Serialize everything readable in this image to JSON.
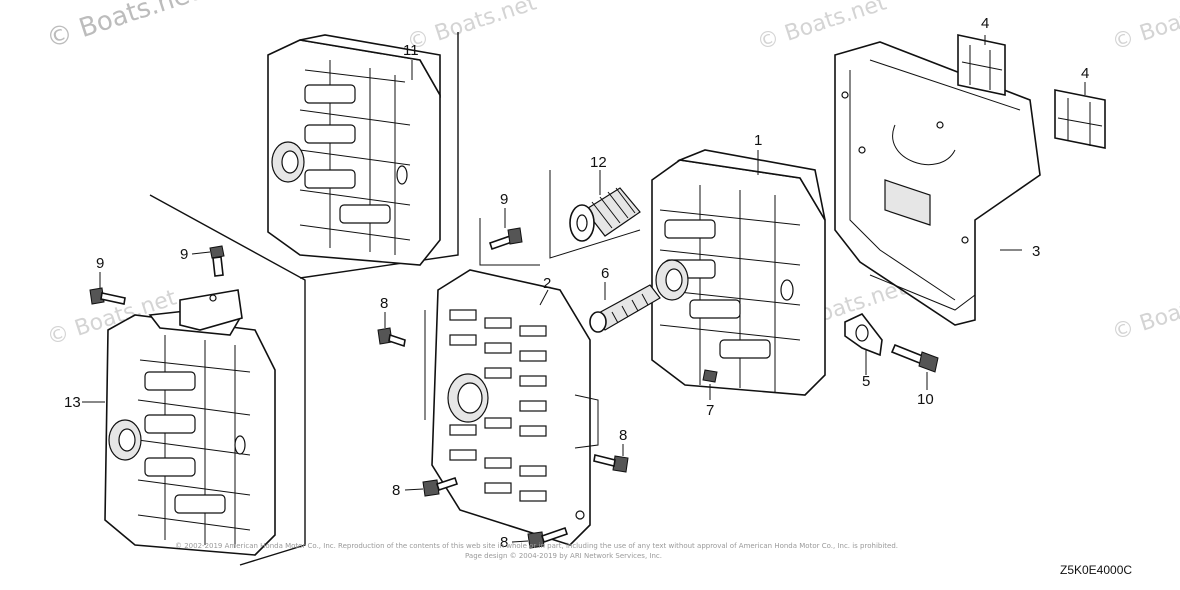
{
  "watermarks": {
    "top_left": "© Boats.net",
    "repeat": "© Boats.net"
  },
  "callouts": {
    "p1": "1",
    "p2": "2",
    "p3": "3",
    "p4a": "4",
    "p4b": "4",
    "p5": "5",
    "p6": "6",
    "p7": "7",
    "p8a": "8",
    "p8b": "8",
    "p8c": "8",
    "p8d": "8",
    "p9a": "9",
    "p9b": "9",
    "p9c": "9",
    "p10": "10",
    "p11": "11",
    "p12": "12",
    "p13": "13"
  },
  "copyright": {
    "line1": "© 2002-2019 American Honda Motor Co., Inc. Reproduction of the contents of this web site in whole or in part, including the use of any text without approval of American Honda Motor Co., Inc. is prohibited.",
    "line2": "Page design © 2004-2019 by ARI Network Services, Inc."
  },
  "diagram_code": "Z5K0E4000C"
}
